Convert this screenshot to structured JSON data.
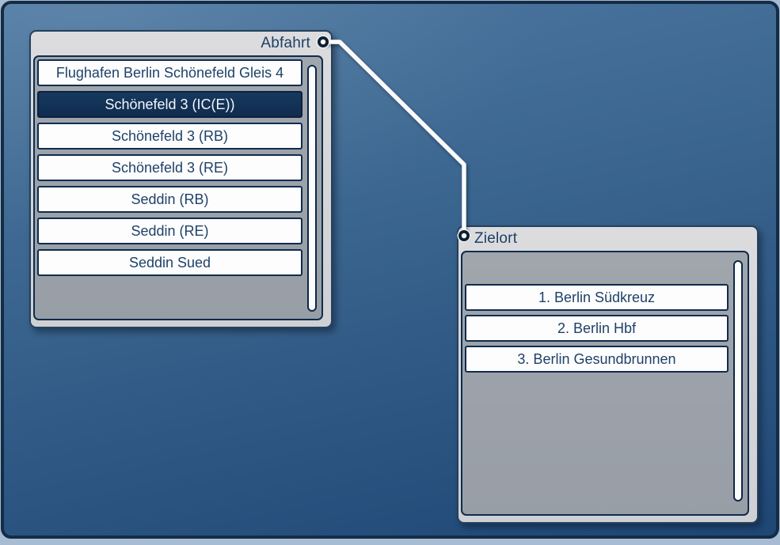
{
  "window": {
    "kind": "route-node-editor",
    "colors": {
      "background_top": "#4e78a1",
      "background_bottom": "#1f4776",
      "window_border": "#152c46",
      "panel_gray": "#d4d5d7",
      "navy_accent": "#112f52",
      "item_text": "#1e4168",
      "selected_item_bg": "#12325a",
      "selected_item_text": "#f3f6fa",
      "wire_white": "#fbfbfb"
    }
  },
  "departure_panel": {
    "title": "Abfahrt",
    "items": [
      {
        "label": "Flughafen Berlin Schönefeld Gleis 4",
        "selected": false
      },
      {
        "label": "Schönefeld 3 (IC(E))",
        "selected": true
      },
      {
        "label": "Schönefeld 3 (RB)",
        "selected": false
      },
      {
        "label": "Schönefeld 3 (RE)",
        "selected": false
      },
      {
        "label": "Seddin (RB)",
        "selected": false
      },
      {
        "label": "Seddin (RE)",
        "selected": false
      },
      {
        "label": "Seddin Sued",
        "selected": false
      }
    ],
    "selected_label": "Schönefeld 3 (IC(E))"
  },
  "destination_panel": {
    "title": "Zielort",
    "items": [
      {
        "label": "1. Berlin Südkreuz",
        "selected": false
      },
      {
        "label": "2. Berlin Hbf",
        "selected": false
      },
      {
        "label": "3. Berlin Gesundbrunnen",
        "selected": false
      }
    ]
  },
  "connection": {
    "from": "Abfahrt",
    "to": "Zielort"
  }
}
